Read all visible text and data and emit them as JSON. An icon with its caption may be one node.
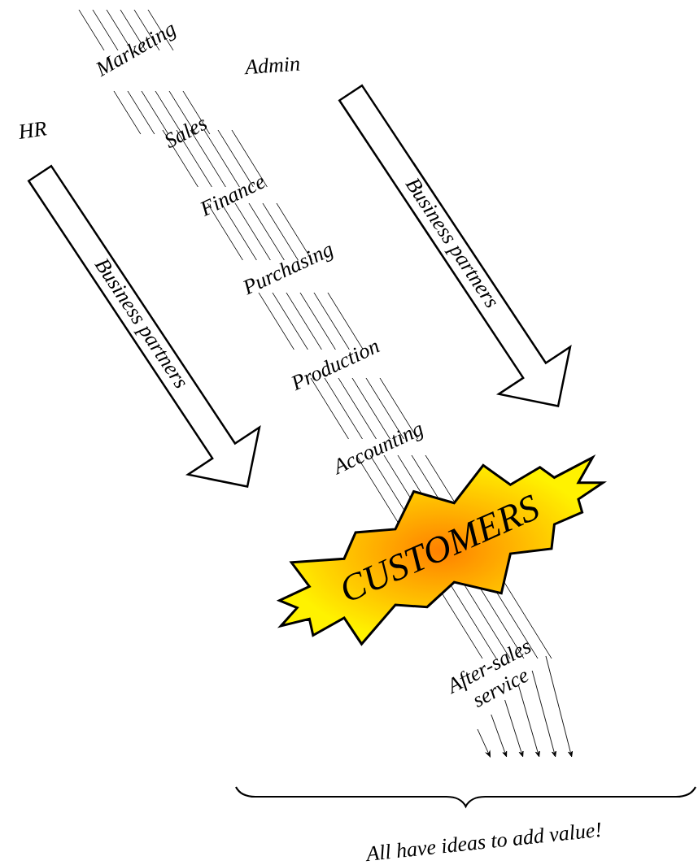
{
  "diagram": {
    "nodes": [
      {
        "text": [
          "Business partners"
        ]
      },
      {
        "text": [
          "Business partners"
        ]
      },
      {
        "text": [
          "CUSTOMERS"
        ]
      }
    ],
    "labels": [
      "Marketing",
      "Admin",
      "HR",
      "Sales",
      "Finance",
      "Purchasing",
      "Production",
      "Accounting",
      "After-sales service",
      "All have ideas to add value!"
    ]
  }
}
